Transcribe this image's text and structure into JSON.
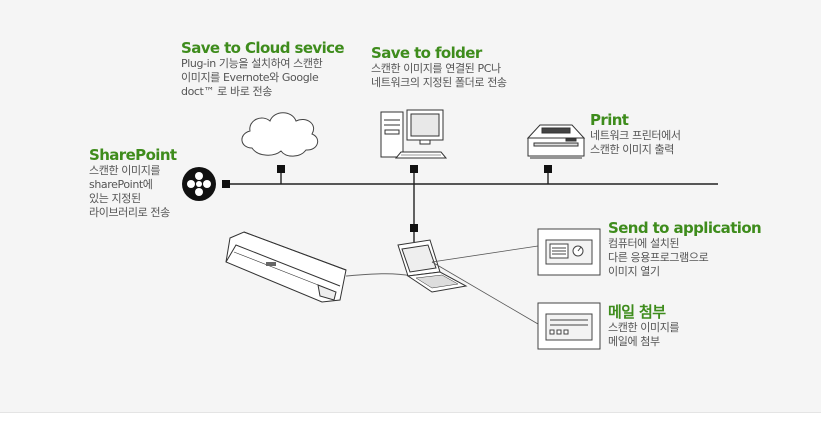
{
  "colors": {
    "title_green": "#3e8c1c",
    "desc_gray": "#555555",
    "line": "#222222",
    "background": "#f5f5f5"
  },
  "nodes": {
    "cloud": {
      "title": "Save to Cloud sevice",
      "desc": "Plug-in 기능을 설치하여 스캔한\n이미지를 Evernote와  Google\ndoct™ 로 바로 전송",
      "icon": "cloud-icon"
    },
    "folder": {
      "title": "Save to folder",
      "desc": "스캔한 이미지를 연결된 PC나\n네트워크의 지정된 폴더로 전송",
      "icon": "desktop-computer-icon"
    },
    "print": {
      "title": "Print",
      "desc": "네트워크 프린터에서\n스캔한 이미지 출력",
      "icon": "printer-icon"
    },
    "sharepoint": {
      "title": "SharePoint",
      "desc": "스캔한 이미지를\nsharePoint에\n있는 지정된\n라이브러리로 전송",
      "icon": "sharepoint-icon"
    },
    "application": {
      "title": "Send to  application",
      "desc": "컴퓨터에 설치된\n다른 응용프로그램으로\n이미지 열기",
      "icon": "application-window-icon"
    },
    "mail": {
      "title": "메일 첨부",
      "desc": "스캔한 이미지를\n메일에 첨부",
      "icon": "email-window-icon"
    }
  },
  "devices": {
    "scanner": "scanner-icon",
    "laptop": "laptop-icon"
  }
}
